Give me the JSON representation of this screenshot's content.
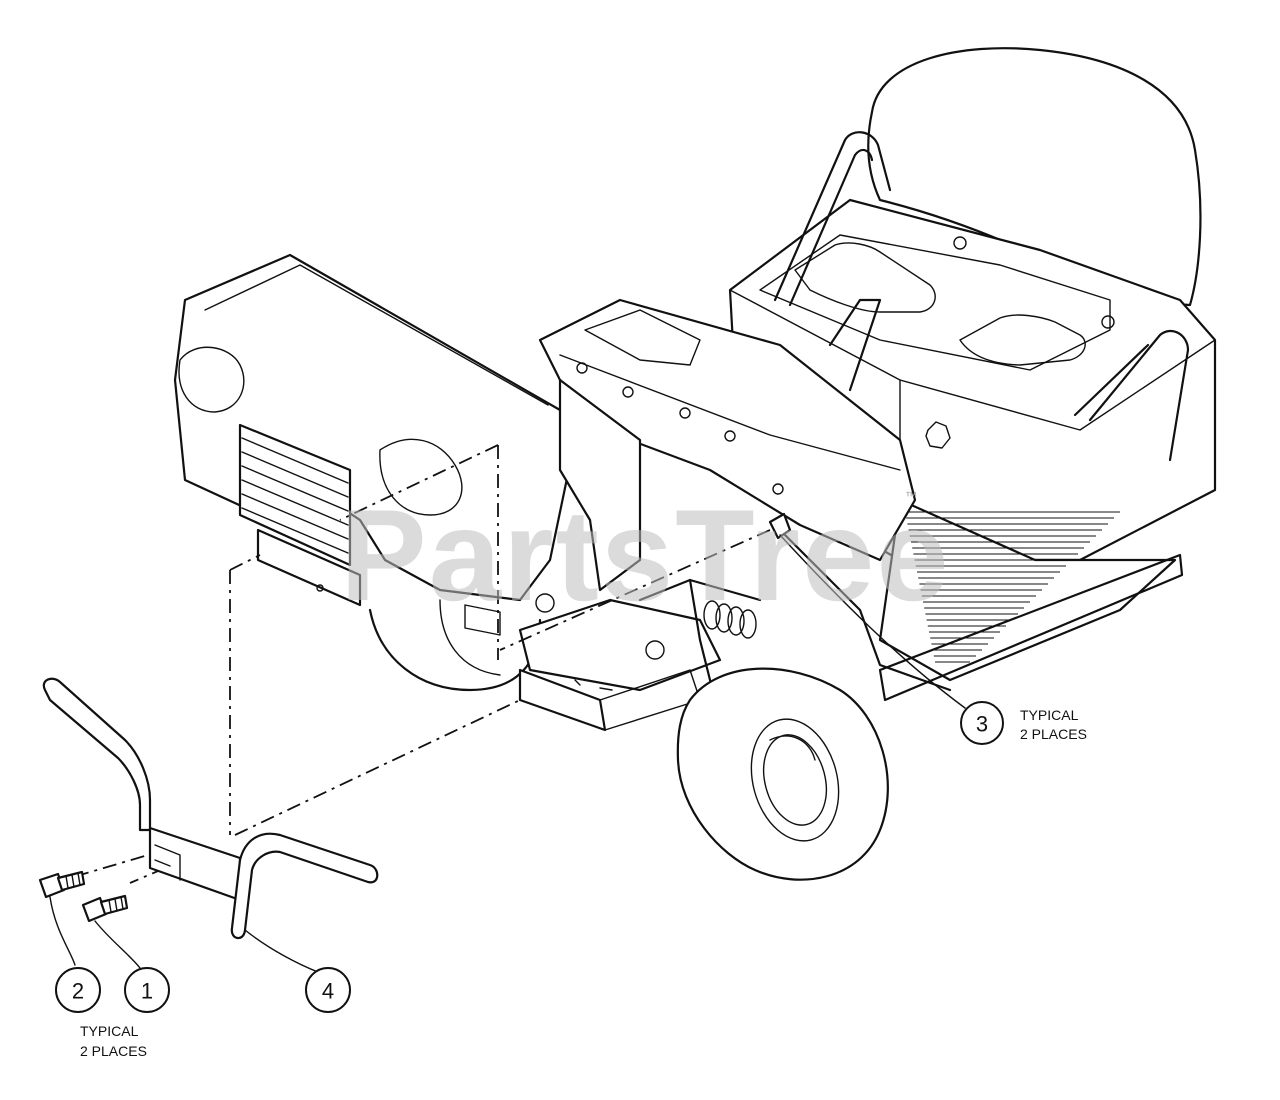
{
  "watermark": {
    "text": "PartsTree",
    "trademark": "™"
  },
  "callouts": [
    {
      "number": "1"
    },
    {
      "number": "2"
    },
    {
      "number": "3"
    },
    {
      "number": "4"
    }
  ],
  "notes": {
    "right": {
      "line1": "TYPICAL",
      "line2": "2 PLACES"
    },
    "left": {
      "line1": "TYPICAL",
      "line2": "2 PLACES"
    }
  }
}
